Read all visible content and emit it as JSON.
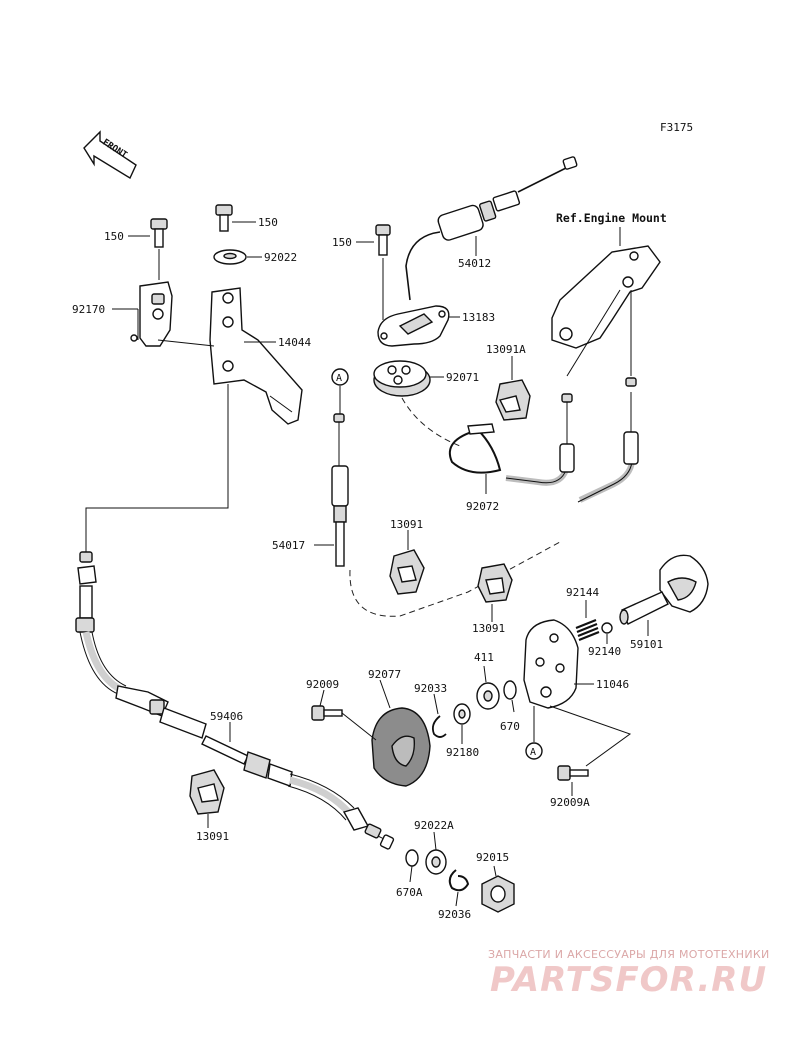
{
  "figure_code": "F3175",
  "front_label": "FRONT",
  "ref_text": "Ref.Engine Mount",
  "callout_a": "A",
  "watermark": {
    "tagline": "ЗАПЧАСТИ И АКСЕССУАРЫ ДЛЯ МОТОТЕХНИКИ",
    "brand": "PARTSFOR.RU"
  },
  "parts": {
    "p150_a": "150",
    "p150_b": "150",
    "p150_c": "150",
    "p92022": "92022",
    "p92170": "92170",
    "p14044": "14044",
    "p54012": "54012",
    "p13183": "13183",
    "p13091a": "13091A",
    "p92071": "92071",
    "p92072": "92072",
    "p54017": "54017",
    "p13091_1": "13091",
    "p13091_2": "13091",
    "p13091_3": "13091",
    "p92144": "92144",
    "p92140": "92140",
    "p59101": "59101",
    "p411": "411",
    "p11046": "11046",
    "p670": "670",
    "p92009": "92009",
    "p92077": "92077",
    "p92033": "92033",
    "p92180": "92180",
    "p92009a": "92009A",
    "p59406": "59406",
    "p92022a": "92022A",
    "p92015": "92015",
    "p670a": "670A",
    "p92036": "92036"
  }
}
